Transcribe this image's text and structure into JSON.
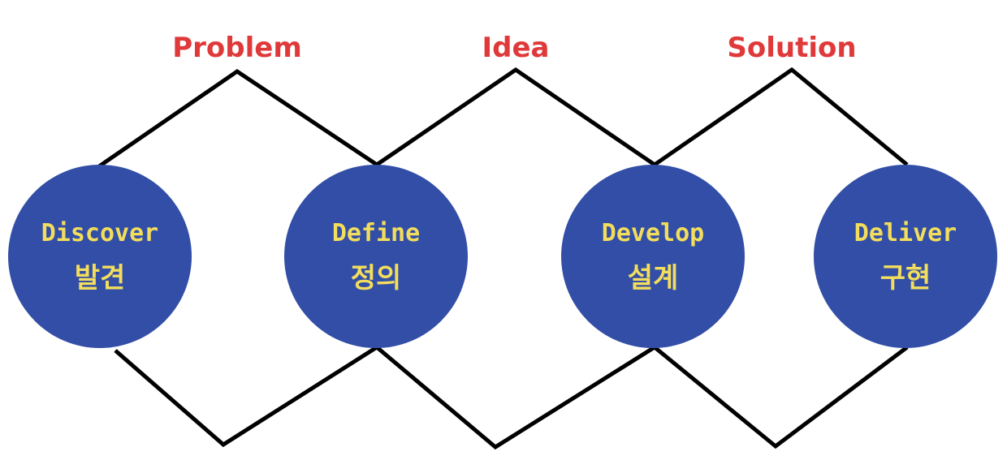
{
  "colors": {
    "line": "#000000",
    "circle": "#324ea6",
    "stage_text": "#f2dd5c",
    "phase_text": "#e0393a"
  },
  "phases": [
    {
      "label": "Problem"
    },
    {
      "label": "Idea"
    },
    {
      "label": "Solution"
    }
  ],
  "stages": [
    {
      "name": "Discover",
      "korean": "발견"
    },
    {
      "name": "Define",
      "korean": "정의"
    },
    {
      "name": "Develop",
      "korean": "설계"
    },
    {
      "name": "Deliver",
      "korean": "구현"
    }
  ]
}
